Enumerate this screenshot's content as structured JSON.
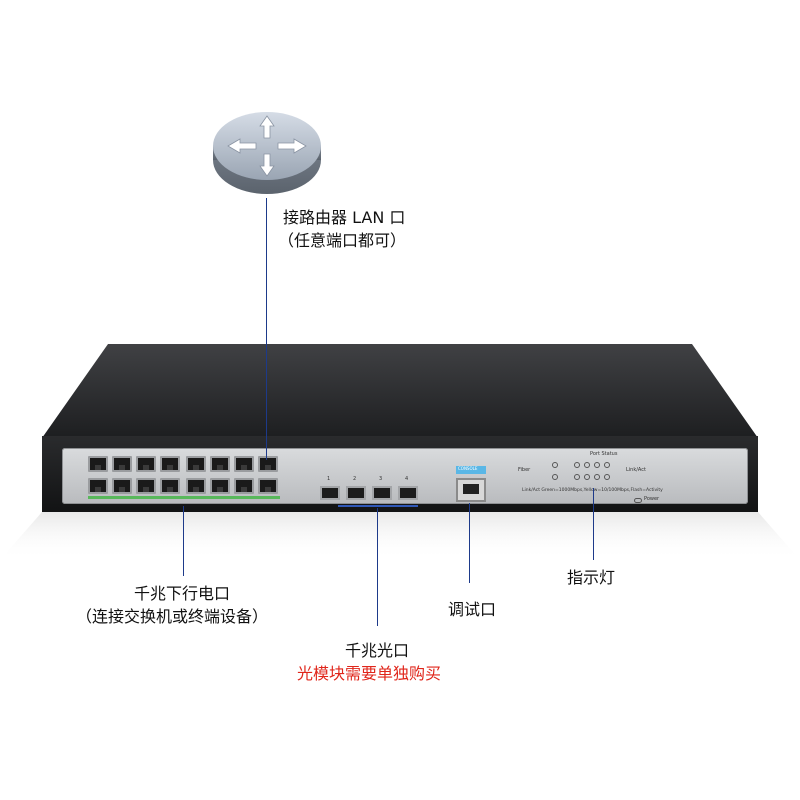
{
  "labels": {
    "router_line1": "接路由器 LAN 口",
    "router_line2": "（任意端口都可）",
    "lan_line1": "千兆下行电口",
    "lan_line2": "（连接交换机或终端设备）",
    "sfp_line1": "千兆光口",
    "sfp_line2": "光模块需要单独购买",
    "console": "调试口",
    "indicator": "指示灯"
  },
  "panel_text": {
    "console_tag": "CONSOLE",
    "fiber": "Fiber",
    "port_status": "Port Status",
    "link_act": "Link/Act",
    "legend": "Link/Act Green=1000Mbps,Yellow=10/100Mbps,Flash=Activity",
    "power": "Power",
    "sfp_numbers": [
      "1",
      "2",
      "3",
      "4"
    ]
  },
  "icons": {
    "router": "router-icon"
  },
  "colors": {
    "line": "#1d3a8a",
    "warning_text": "#e0261b",
    "switch_body": "#2b2c2e"
  }
}
